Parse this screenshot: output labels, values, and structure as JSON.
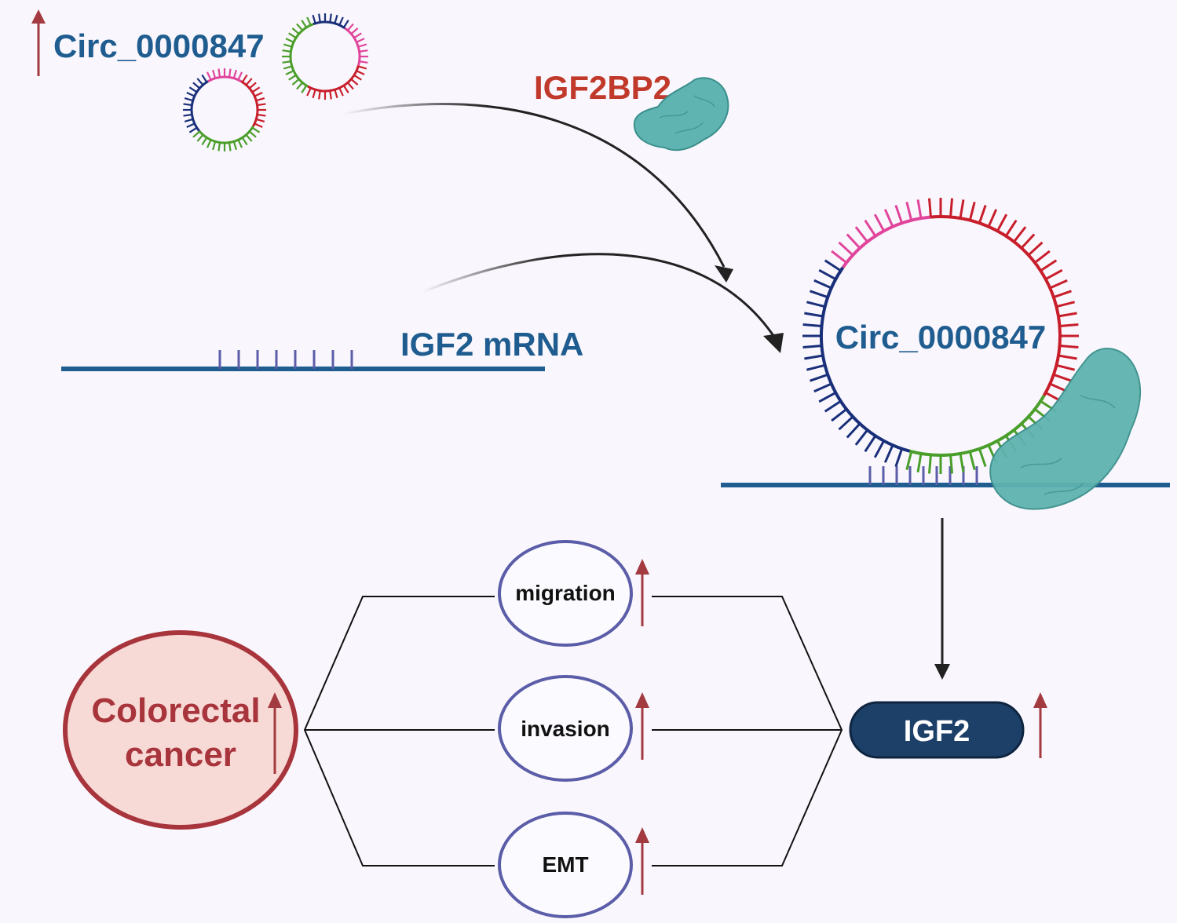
{
  "labels": {
    "circ_top": "Circ_0000847",
    "igf2bp2": "IGF2BP2",
    "igf2_mrna": "IGF2 mRNA",
    "circ_big": "Circ_0000847",
    "migration": "migration",
    "invasion": "invasion",
    "emt": "EMT",
    "igf2": "IGF2",
    "crc_line1": "Colorectal",
    "crc_line2": "cancer"
  },
  "colors": {
    "background": "#f9f7fd",
    "label_blue": "#1f5c8f",
    "label_red": "#c0392b",
    "up_arrow": "#a33a3f",
    "mrna_line": "#1f5c8f",
    "protein_fill": "#5fb3b0",
    "protein_stroke": "#3a8f8c",
    "circ_navy": "#1a2f7a",
    "circ_pink": "#e0459b",
    "circ_red": "#c81e2b",
    "circ_green": "#4a9e2a",
    "oval_stroke": "#5b5da8",
    "crc_fill": "#f7d9d6",
    "crc_stroke": "#a8343c",
    "crc_text": "#a8343c",
    "igf2_fill": "#1d4068",
    "igf2_text": "#ffffff"
  }
}
